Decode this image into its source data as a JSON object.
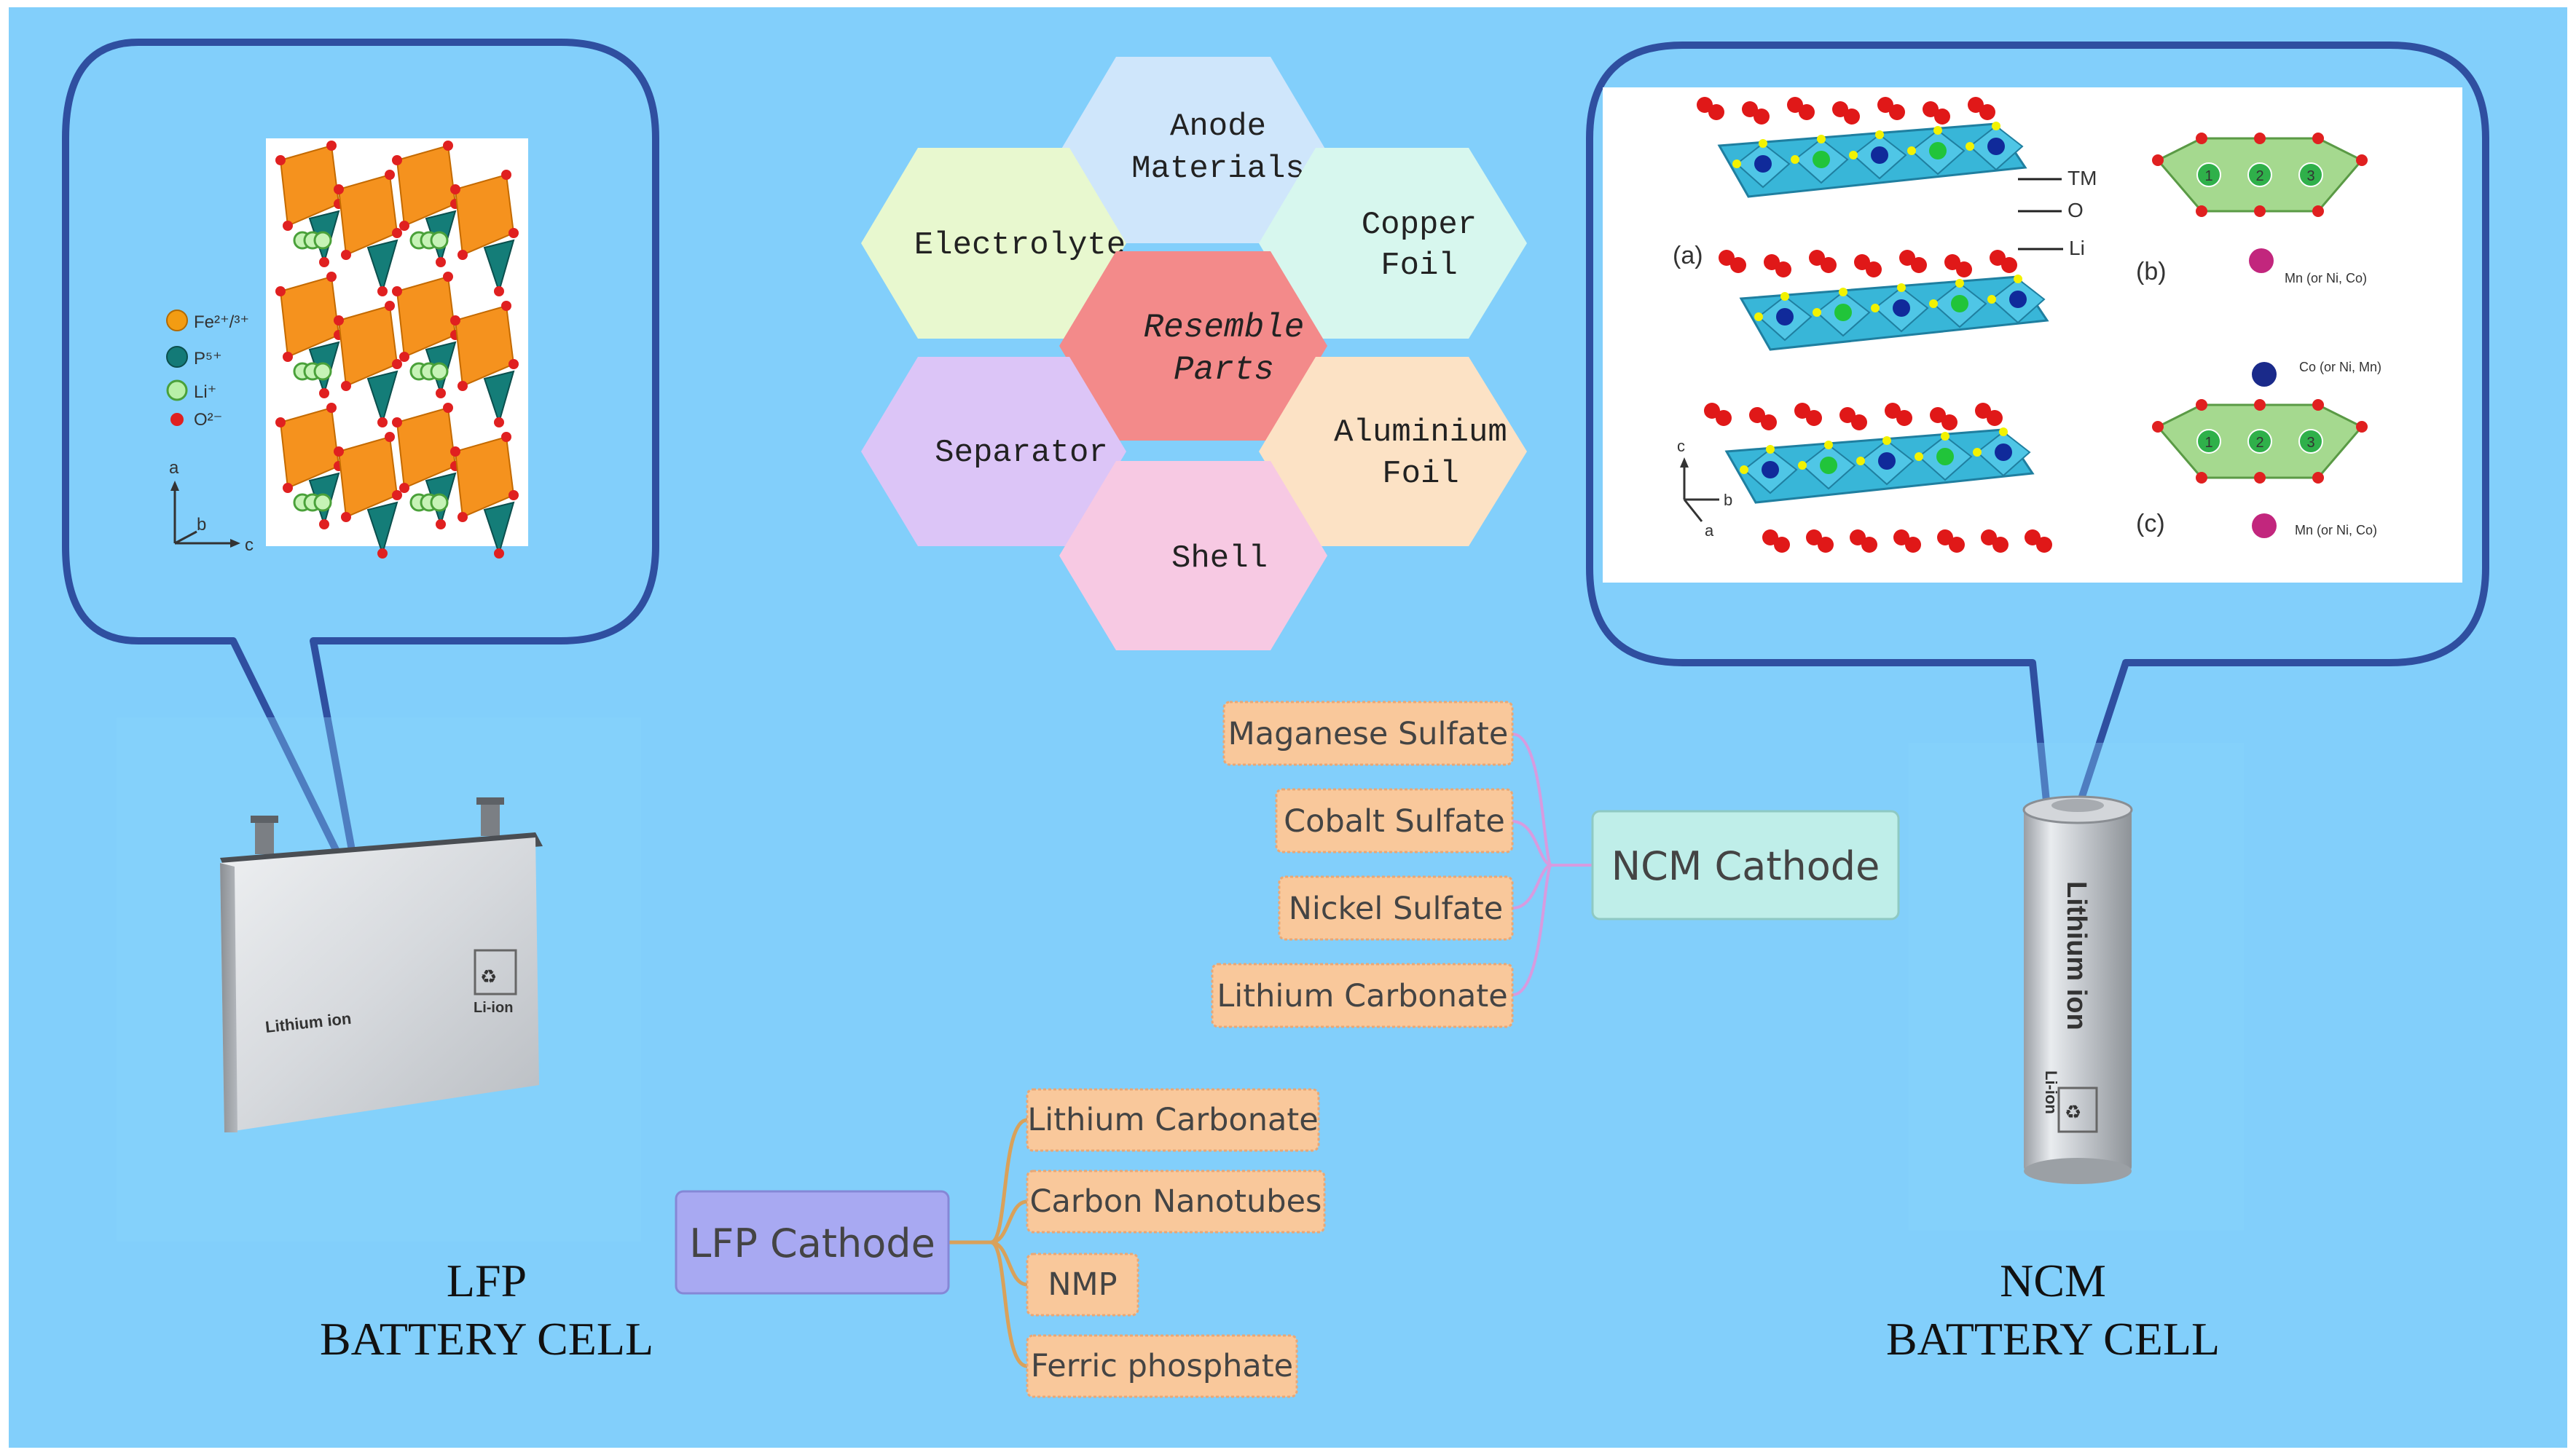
{
  "colors": {
    "background": "#82CFFB",
    "bubble_stroke": "#2F4FA0",
    "hex_anode": "#CFE6FB",
    "hex_electrolyte": "#E8F8CF",
    "hex_copper": "#D7F7EE",
    "hex_resemble": "#F38A8A",
    "hex_separator": "#DCC5F7",
    "hex_aluminium": "#FCE2C5",
    "hex_shell": "#F7C9E3",
    "material_box": "#F9C89B",
    "ncm_box": "#BFEEE9",
    "lfp_box": "#A8A9F2"
  },
  "hexagons": {
    "center": {
      "line1": "Resemble",
      "line2": "Parts"
    },
    "anode": {
      "line1": "Anode",
      "line2": "Materials"
    },
    "electrolyte": {
      "line1": "Electrolyte"
    },
    "copper": {
      "line1": "Copper",
      "line2": "Foil"
    },
    "separator": {
      "line1": "Separator"
    },
    "aluminium": {
      "line1": "Aluminium",
      "line2": "Foil"
    },
    "shell": {
      "line1": "Shell"
    }
  },
  "ncm_tree": {
    "root": "NCM Cathode",
    "items": [
      "Maganese Sulfate",
      "Cobalt Sulfate",
      "Nickel Sulfate",
      "Lithium Carbonate"
    ]
  },
  "lfp_tree": {
    "root": "LFP Cathode",
    "items": [
      "Lithium Carbonate",
      "Carbon Nanotubes",
      "NMP",
      "Ferric phosphate"
    ]
  },
  "lfp_cell": {
    "title_line1": "LFP",
    "title_line2": "BATTERY  CELL",
    "body_text": "Lithium ion",
    "badge_text": "Li-ion"
  },
  "ncm_cell": {
    "title_line1": "NCM",
    "title_line2": "BATTERY  CELL",
    "body_text": "Lithium ion",
    "badge_text": "Li-ion"
  },
  "lfp_structure": {
    "legend": [
      "Fe²⁺/³⁺",
      "P⁵⁺",
      "Li⁺",
      "O²⁻"
    ],
    "axes": {
      "a": "a",
      "b": "b",
      "c": "c"
    }
  },
  "ncm_structure": {
    "panel_a": "(a)",
    "panel_b": "(b)",
    "panel_c": "(c)",
    "label_tm": "TM",
    "label_o": "O",
    "label_li": "Li",
    "mn_label": "Mn (or Ni, Co)",
    "co_label": "Co (or Ni, Mn)",
    "axes": {
      "a": "a",
      "b": "b",
      "c": "c"
    },
    "site_numbers": [
      "1",
      "2",
      "3"
    ]
  }
}
